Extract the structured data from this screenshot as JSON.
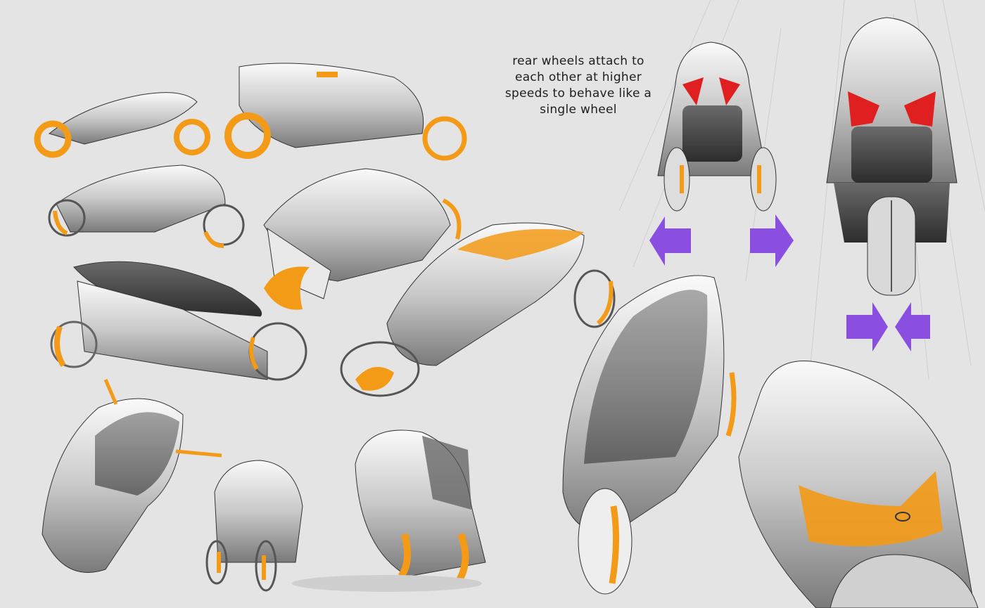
{
  "annotation": {
    "lines": [
      "rear wheels attach to",
      "each other at higher",
      "speeds to behave like a",
      "single wheel"
    ]
  },
  "colors": {
    "background": "#e4e4e4",
    "accent_orange": "#f39a16",
    "arrow_purple": "#8a4fe0",
    "light_red": "#e02020",
    "body_grey": "#b5b5b5"
  }
}
